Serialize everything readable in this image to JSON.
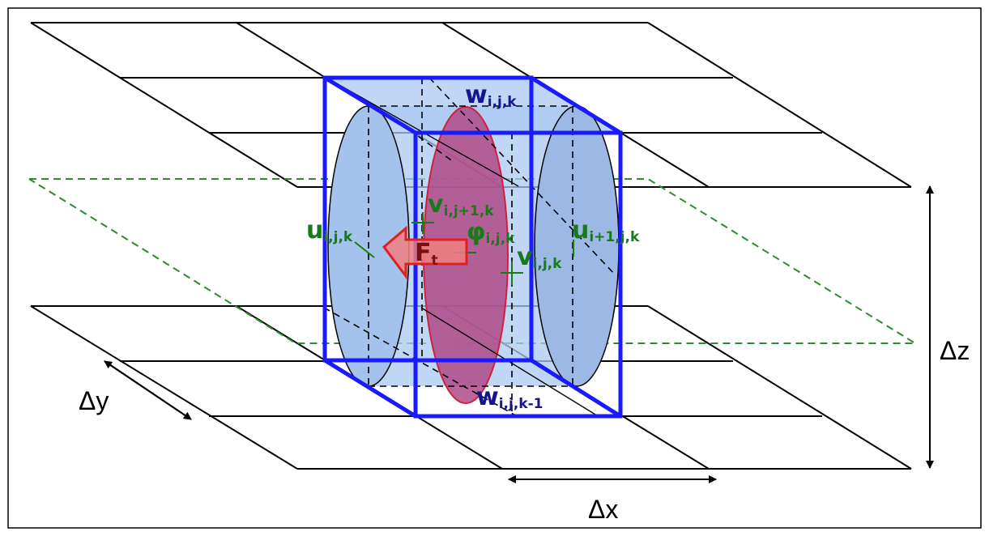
{
  "colors": {
    "grid": "#000000",
    "cell_box": "#1f1fff",
    "fluid_fill": "#9ec3ef",
    "particle_fill": "#b0508a",
    "particle_edge": "#c0203a",
    "velocity_label": "#1a7a1a",
    "w_label": "#151590",
    "force_arrow": "#f03030",
    "force_label": "#7a1010",
    "dashed_plane": "#2e8b2e"
  },
  "labels": {
    "w_top": {
      "base": "w",
      "sub": "i,j,k"
    },
    "w_bottom": {
      "base": "w",
      "sub": "i,j,k-1"
    },
    "u_left": {
      "base": "u",
      "sub": "i,j,k"
    },
    "u_right": {
      "base": "u",
      "sub": "i+1,j,k"
    },
    "v_top": {
      "base": "v",
      "sub": "i,j+1,k"
    },
    "v_center": {
      "base": "v",
      "sub": "i,j,k"
    },
    "phi": {
      "base": "φ",
      "sub": "i,j,k"
    },
    "force": {
      "base": "F",
      "sub": "t"
    }
  },
  "dimensions": {
    "dx": "Δx",
    "dy": "Δy",
    "dz": "Δz"
  }
}
